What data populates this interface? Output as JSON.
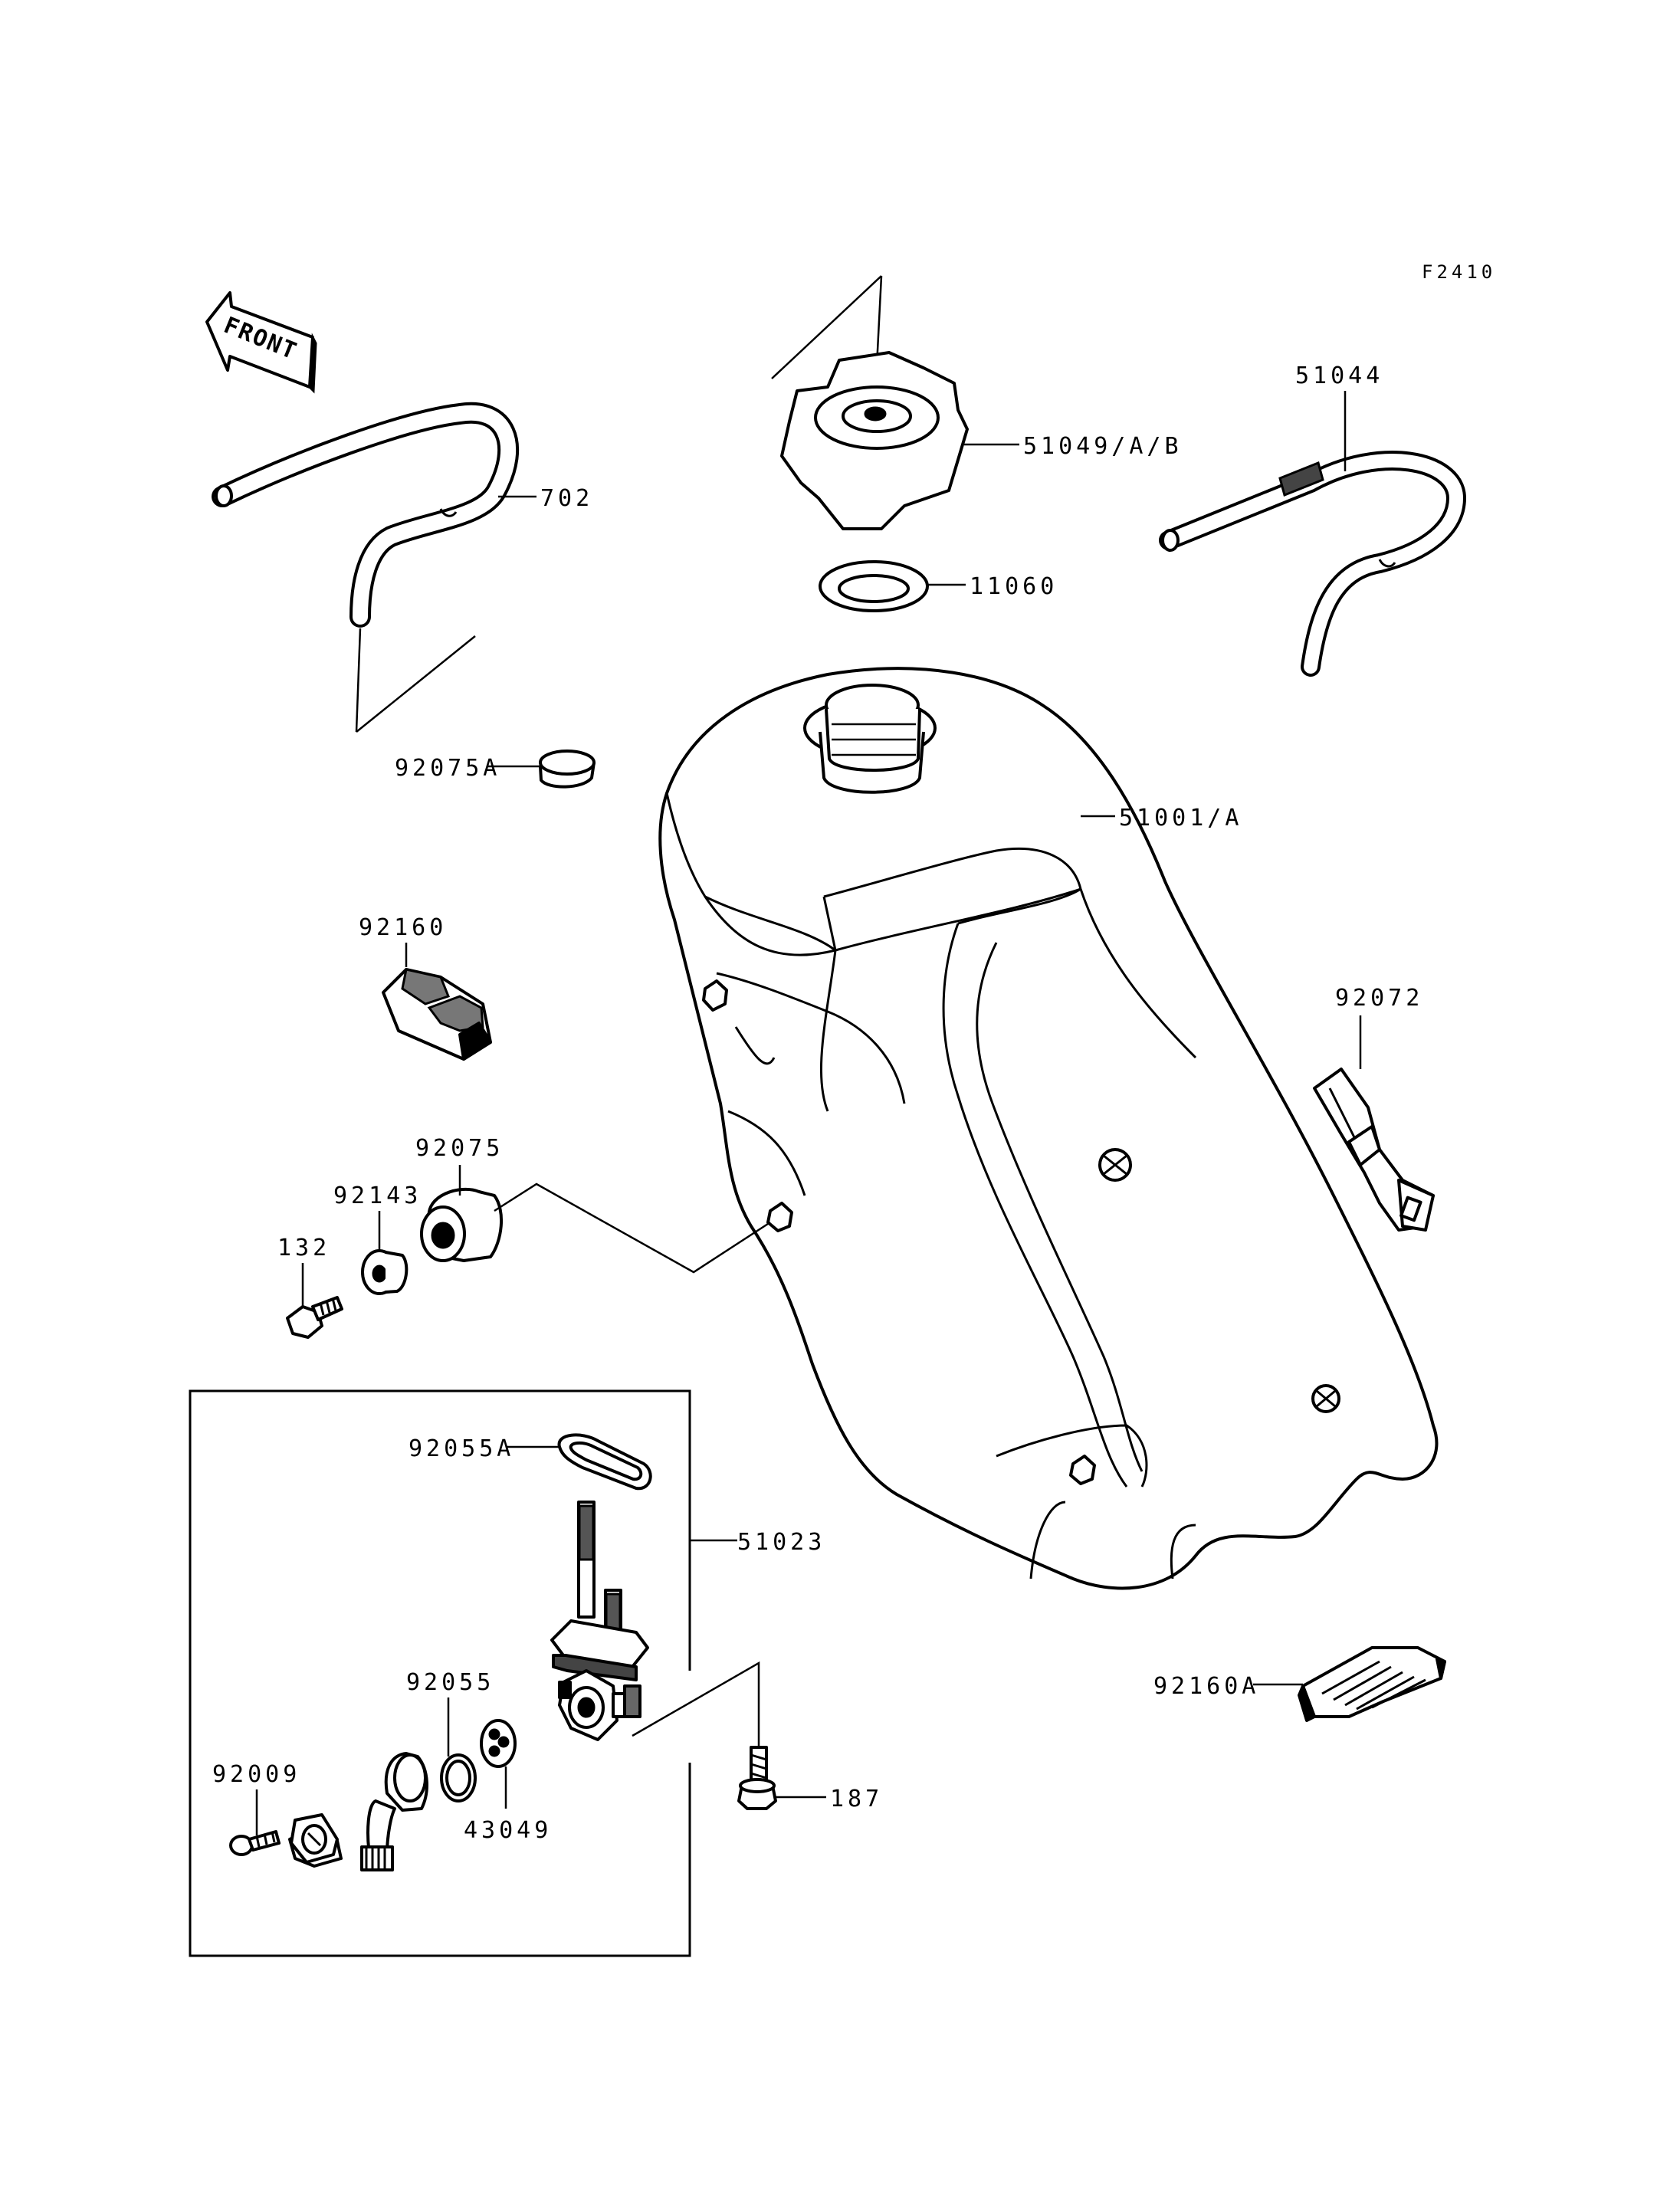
{
  "diagram": {
    "figure_code": "F2410",
    "front_label": "FRONT",
    "parts": {
      "p702": "702",
      "p51049": "51049/A/B",
      "p51044": "51044",
      "p11060": "11060",
      "p92075A": "92075A",
      "p51001": "51001/A",
      "p92160": "92160",
      "p92072": "92072",
      "p92075": "92075",
      "p92143": "92143",
      "p132": "132",
      "p92055A": "92055A",
      "p51023": "51023",
      "p92055": "92055",
      "p92009": "92009",
      "p43049": "43049",
      "p187": "187",
      "p92160A": "92160A"
    }
  }
}
